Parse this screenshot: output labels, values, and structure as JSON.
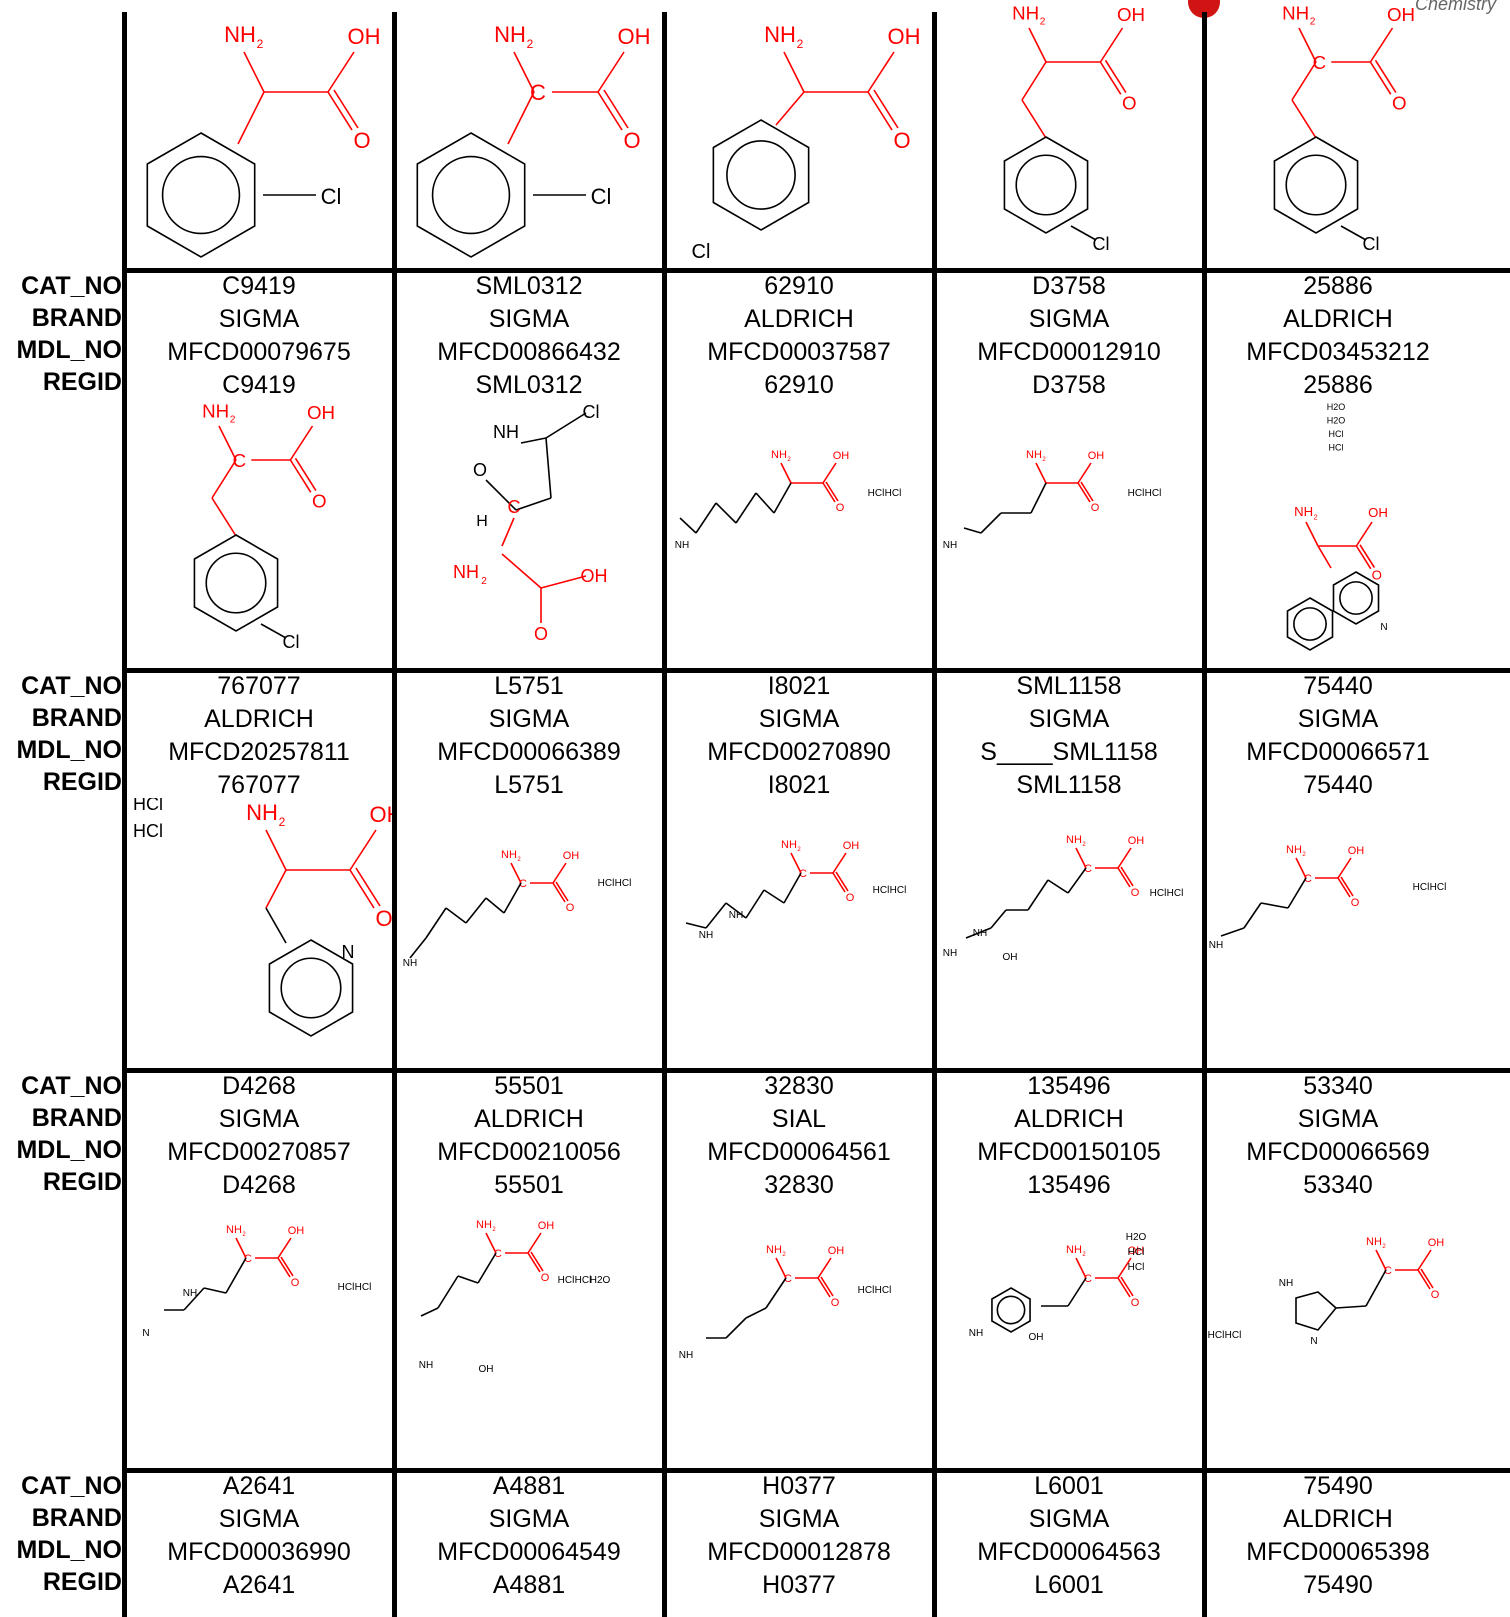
{
  "colors": {
    "grid": "#000000",
    "amino": "#ff0000",
    "skeleton": "#000000",
    "logo": "#d01414"
  },
  "logo": {
    "text": "Chemistry"
  },
  "row_labels": {
    "cat": "CAT_NO",
    "brand": "BRAND",
    "mdl": "MDL_NO",
    "regid": "REGID"
  },
  "rows": [
    [
      {
        "cat": "C9419",
        "brand": "SIGMA",
        "mdl": "MFCD00079675",
        "regid": "C9419"
      },
      {
        "cat": "SML0312",
        "brand": "SIGMA",
        "mdl": "MFCD00866432",
        "regid": "SML0312"
      },
      {
        "cat": "62910",
        "brand": "ALDRICH",
        "mdl": "MFCD00037587",
        "regid": "62910"
      },
      {
        "cat": "D3758",
        "brand": "SIGMA",
        "mdl": "MFCD00012910",
        "regid": "D3758"
      },
      {
        "cat": "25886",
        "brand": "ALDRICH",
        "mdl": "MFCD03453212",
        "regid": "25886"
      }
    ],
    [
      {
        "cat": "767077",
        "brand": "ALDRICH",
        "mdl": "MFCD20257811",
        "regid": "767077"
      },
      {
        "cat": "L5751",
        "brand": "SIGMA",
        "mdl": "MFCD00066389",
        "regid": "L5751"
      },
      {
        "cat": "I8021",
        "brand": "SIGMA",
        "mdl": "MFCD00270890",
        "regid": "I8021"
      },
      {
        "cat": "SML1158",
        "brand": "SIGMA",
        "mdl": "S____SML1158",
        "regid": "SML1158"
      },
      {
        "cat": "75440",
        "brand": "SIGMA",
        "mdl": "MFCD00066571",
        "regid": "75440"
      }
    ],
    [
      {
        "cat": "D4268",
        "brand": "SIGMA",
        "mdl": "MFCD00270857",
        "regid": "D4268"
      },
      {
        "cat": "55501",
        "brand": "ALDRICH",
        "mdl": "MFCD00210056",
        "regid": "55501"
      },
      {
        "cat": "32830",
        "brand": "SIAL",
        "mdl": "MFCD00064561",
        "regid": "32830"
      },
      {
        "cat": "135496",
        "brand": "ALDRICH",
        "mdl": "MFCD00150105",
        "regid": "135496"
      },
      {
        "cat": "53340",
        "brand": "SIGMA",
        "mdl": "MFCD00066569",
        "regid": "53340"
      }
    ],
    [
      {
        "cat": "A2641",
        "brand": "SIGMA",
        "mdl": "MFCD00036990",
        "regid": "A2641"
      },
      {
        "cat": "A4881",
        "brand": "SIGMA",
        "mdl": "MFCD00064549",
        "regid": "A4881"
      },
      {
        "cat": "H0377",
        "brand": "SIGMA",
        "mdl": "MFCD00012878",
        "regid": "H0377"
      },
      {
        "cat": "L6001",
        "brand": "SIGMA",
        "mdl": "MFCD00064563",
        "regid": "L6001"
      },
      {
        "cat": "75490",
        "brand": "ALDRICH",
        "mdl": "MFCD00065398",
        "regid": "75490"
      }
    ]
  ],
  "structures": [
    [
      {
        "amine": "NH",
        "sub": "2",
        "acid": "OH",
        "oxo": "O",
        "ring_sub": "Cl",
        "type": "phenylglycine-ortho"
      },
      {
        "amine": "NH",
        "sub": "2",
        "acid": "OH",
        "oxo": "O",
        "ring_sub": "Cl",
        "center": "C",
        "type": "phenylglycine-ortho-chiral"
      },
      {
        "amine": "NH",
        "sub": "2",
        "acid": "OH",
        "oxo": "O",
        "ring_sub": "Cl",
        "type": "phenylglycine-para"
      },
      {
        "amine": "NH",
        "sub": "2",
        "acid": "OH",
        "oxo": "O",
        "ring_sub": "Cl",
        "type": "phenylalanine-para"
      },
      {
        "amine": "NH",
        "sub": "2",
        "acid": "OH",
        "oxo": "O",
        "ring_sub": "Cl",
        "center": "C",
        "type": "phenylalanine-para-chiral"
      }
    ],
    [
      {
        "amine": "NH",
        "sub": "2",
        "acid": "OH",
        "oxo": "O",
        "ring_sub": "Cl",
        "center": "C",
        "type": "phenylalanine-para-wedge"
      },
      {
        "amine": "NH",
        "sub": "2",
        "acid": "OH",
        "oxo": "O",
        "ring_sub": "Cl",
        "center": "C",
        "ring_nh": "NH",
        "ring_o": "O",
        "h": "H",
        "type": "isoxazoline"
      },
      {
        "amine": "NH",
        "sub": "2",
        "acid": "OH",
        "oxo": "O",
        "chain_n": "NH",
        "salt": [
          "HCl",
          "HCl"
        ],
        "type": "lysine-like"
      },
      {
        "amine": "NH",
        "sub": "2",
        "acid": "OH",
        "oxo": "O",
        "chain_n": "NH",
        "salt": [
          "HCl",
          "HCl"
        ],
        "type": "ornithine-like"
      },
      {
        "amine": "NH",
        "sub": "2",
        "acid": "OH",
        "oxo": "O",
        "hetero_n": "N",
        "salt": [
          "H2O",
          "H2O",
          "HCl",
          "HCl"
        ],
        "type": "quinolyl"
      }
    ],
    [
      {
        "amine": "NH",
        "sub": "2",
        "acid": "OH",
        "oxo": "O",
        "hetero_n": "N",
        "salt": [
          "HCl",
          "HCl"
        ],
        "type": "pyridyl"
      },
      {
        "amine": "NH",
        "sub": "2",
        "acid": "OH",
        "oxo": "O",
        "center": "C",
        "chain_n": "NH",
        "salt": [
          "HCl",
          "HCl"
        ],
        "type": "lysine-chiral"
      },
      {
        "amine": "NH",
        "sub": "2",
        "acid": "OH",
        "oxo": "O",
        "center": "C",
        "chain_n": "NH",
        "chain_nh": "NH",
        "salt": [
          "HCl",
          "HCl"
        ],
        "type": "amidine"
      },
      {
        "amine": "NH",
        "sub": "2",
        "acid": "OH",
        "oxo": "O",
        "center": "C",
        "chain_n": "NH",
        "chain_nh": "NH",
        "chain_oh": "OH",
        "salt": [
          "HCl",
          "HCl"
        ],
        "type": "hydroxy-amine"
      },
      {
        "amine": "NH",
        "sub": "2",
        "acid": "OH",
        "oxo": "O",
        "center": "C",
        "chain_n": "NH",
        "salt": [
          "HCl",
          "HCl"
        ],
        "type": "ornithine-chiral"
      }
    ],
    [
      {
        "amine": "NH",
        "sub": "2",
        "acid": "OH",
        "oxo": "O",
        "center": "C",
        "chain_nh": "NH",
        "hetero_n": "N",
        "salt": [
          "HCl",
          "HCl"
        ],
        "type": "guanidine"
      },
      {
        "amine": "NH",
        "sub": "2",
        "acid": "OH",
        "oxo": "O",
        "center": "C",
        "chain_n": "NH",
        "chain_oh": "OH",
        "salt": [
          "HCl",
          "HCl",
          "H2O"
        ],
        "type": "hydroxylysine"
      },
      {
        "amine": "NH",
        "sub": "2",
        "acid": "OH",
        "oxo": "O",
        "center": "C",
        "chain_n": "NH",
        "salt": [
          "HCl",
          "HCl"
        ],
        "type": "diaminobutyric"
      },
      {
        "amine": "NH",
        "sub": "2",
        "acid": "OH",
        "oxo": "O",
        "center": "C",
        "chain_n": "NH",
        "chain_oh": "OH",
        "salt": [
          "H2O",
          "HCl",
          "HCl"
        ],
        "type": "aminotyrosine"
      },
      {
        "amine": "NH",
        "sub": "2",
        "acid": "OH",
        "oxo": "O",
        "center": "C",
        "ring_nh": "NH",
        "hetero_n": "N",
        "salt": [
          "HCl",
          "HCl"
        ],
        "type": "histidine"
      }
    ]
  ]
}
